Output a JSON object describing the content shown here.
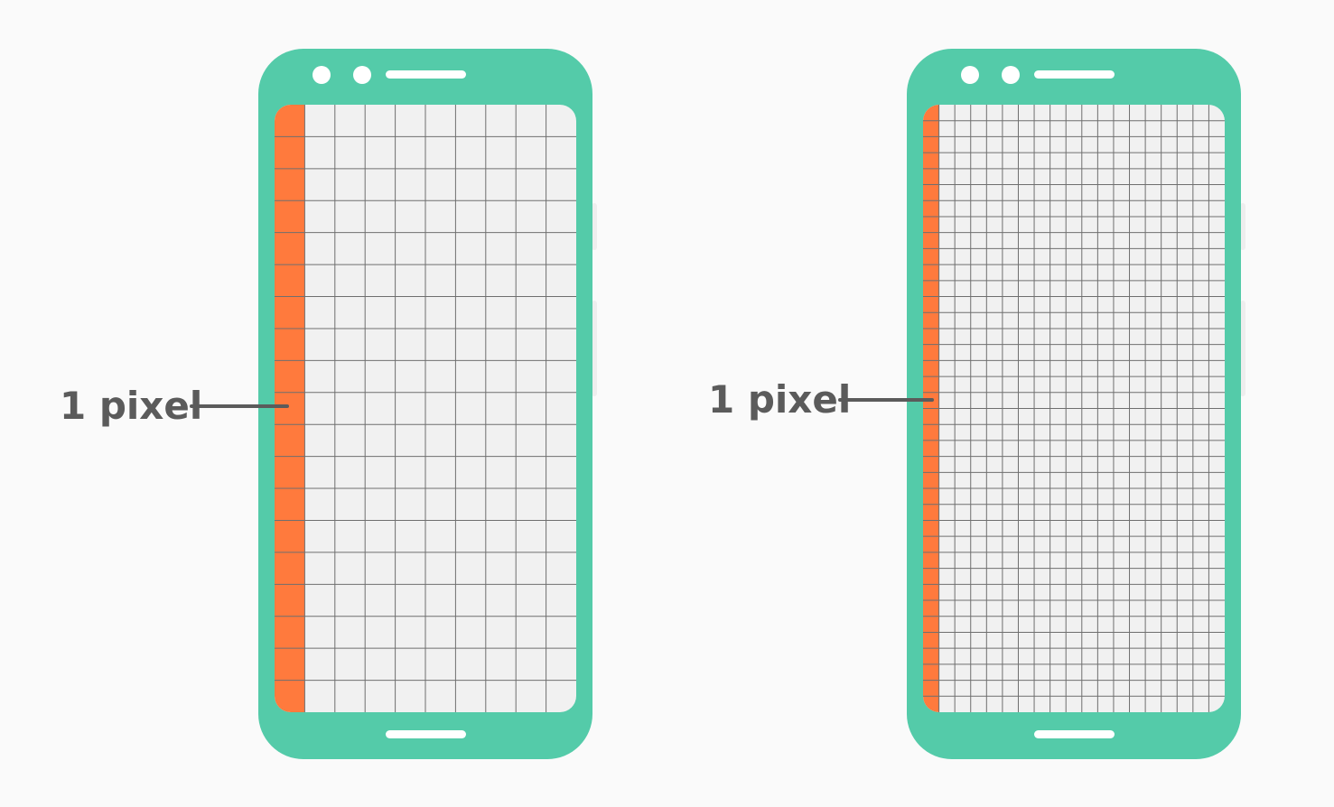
{
  "colors": {
    "background": "#fafafa",
    "phone_body": "#54cba9",
    "phone_detail": "#ffffff",
    "screen": "#f1f1f1",
    "grid_line": "#6f6f6f",
    "highlight_column": "#ff7a3d",
    "label_text": "#5b5b5b",
    "side_button": "#eeeeee"
  },
  "phones": [
    {
      "id": "low-density",
      "columns": 10,
      "rows": 19,
      "label": "1 pixel"
    },
    {
      "id": "high-density",
      "columns": 19,
      "rows": 38,
      "label": "1 pixel"
    }
  ]
}
